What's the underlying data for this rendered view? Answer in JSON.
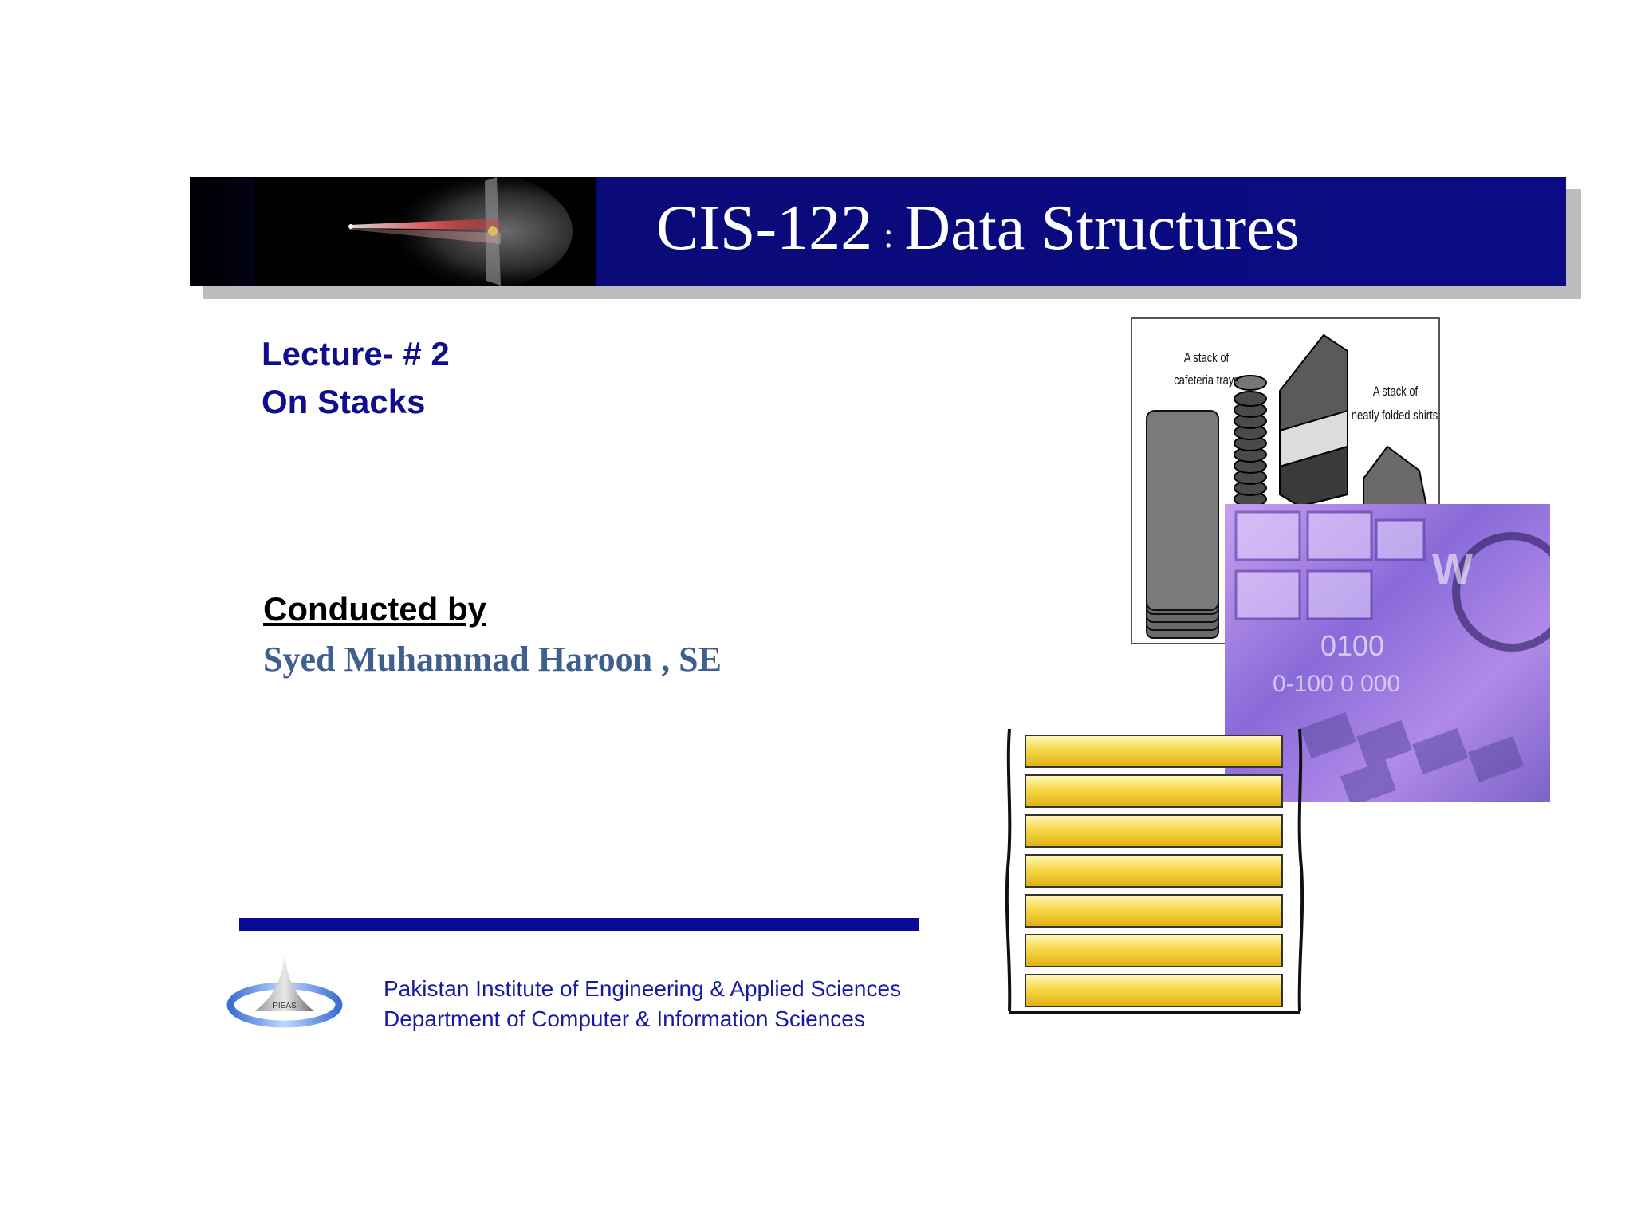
{
  "title": {
    "course_code": "CIS-122",
    "separator": ":",
    "course_name": "Data Structures"
  },
  "lecture": {
    "number_line": "Lecture- # 2",
    "topic_line": "On Stacks"
  },
  "presenter": {
    "heading": "Conducted by",
    "name": "Syed Muhammad Haroon , SE"
  },
  "footer": {
    "institute": "Pakistan Institute of Engineering & Applied Sciences",
    "department": "Department of Computer & Information Sciences",
    "logo_text": "PIEAS"
  },
  "illustrations": {
    "trays_caption_left_1": "A stack of",
    "trays_caption_left_2": "cafeteria trays",
    "trays_caption_right_1": "A stack of",
    "trays_caption_right_2": "neatly folded shirts",
    "tech_text_1": "0100",
    "tech_text_2": "0-100  0  000"
  },
  "colors": {
    "banner_blue": "#0b0b86",
    "lecture_text": "#0f0f8e",
    "author_text": "#3f5f8f",
    "footer_rule": "#0a0a96",
    "footer_text": "#1a1aa0"
  }
}
